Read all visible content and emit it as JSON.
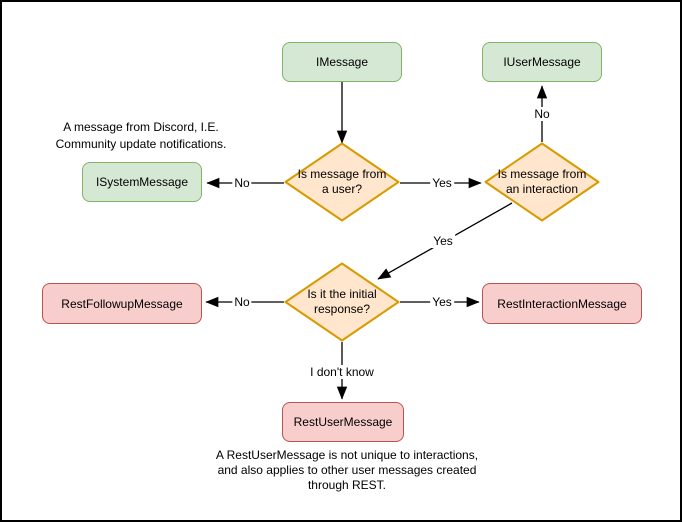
{
  "diagram": {
    "nodes": {
      "imessage": {
        "label": "IMessage"
      },
      "iusermessage": {
        "label": "IUserMessage"
      },
      "isystemmessage": {
        "label": "ISystemMessage"
      },
      "restfollowupmessage": {
        "label": "RestFollowupMessage"
      },
      "restinteractionmessage": {
        "label": "RestInteractionMessage"
      },
      "restusermessage": {
        "label": "RestUserMessage"
      },
      "decision_from_user": {
        "line1": "Is message from",
        "line2": "a user?"
      },
      "decision_from_interaction": {
        "line1": "Is message from",
        "line2": "an interaction"
      },
      "decision_initial_response": {
        "line1": "Is it the initial",
        "line2": "response?"
      }
    },
    "edge_labels": {
      "from_user_no": "No",
      "from_user_yes": "Yes",
      "from_interaction_no": "No",
      "from_interaction_yes": "Yes",
      "initial_response_no": "No",
      "initial_response_yes": "Yes",
      "initial_response_unknown": "I don't know"
    },
    "annotations": {
      "system_note_line1": "A message from Discord, I.E.",
      "system_note_line2": "Community update notifications.",
      "rest_note_line1": "A RestUserMessage is not unique to interactions,",
      "rest_note_line2": "and also applies to other user messages created",
      "rest_note_line3": "through REST."
    },
    "colors": {
      "interface_fill": "#d5e8d4",
      "interface_stroke": "#82b366",
      "decision_fill": "#ffe6cc",
      "decision_stroke": "#d79b00",
      "rest_fill": "#f8cecc",
      "rest_stroke": "#b85450",
      "edge": "#000000",
      "background": "#ffffff"
    }
  }
}
